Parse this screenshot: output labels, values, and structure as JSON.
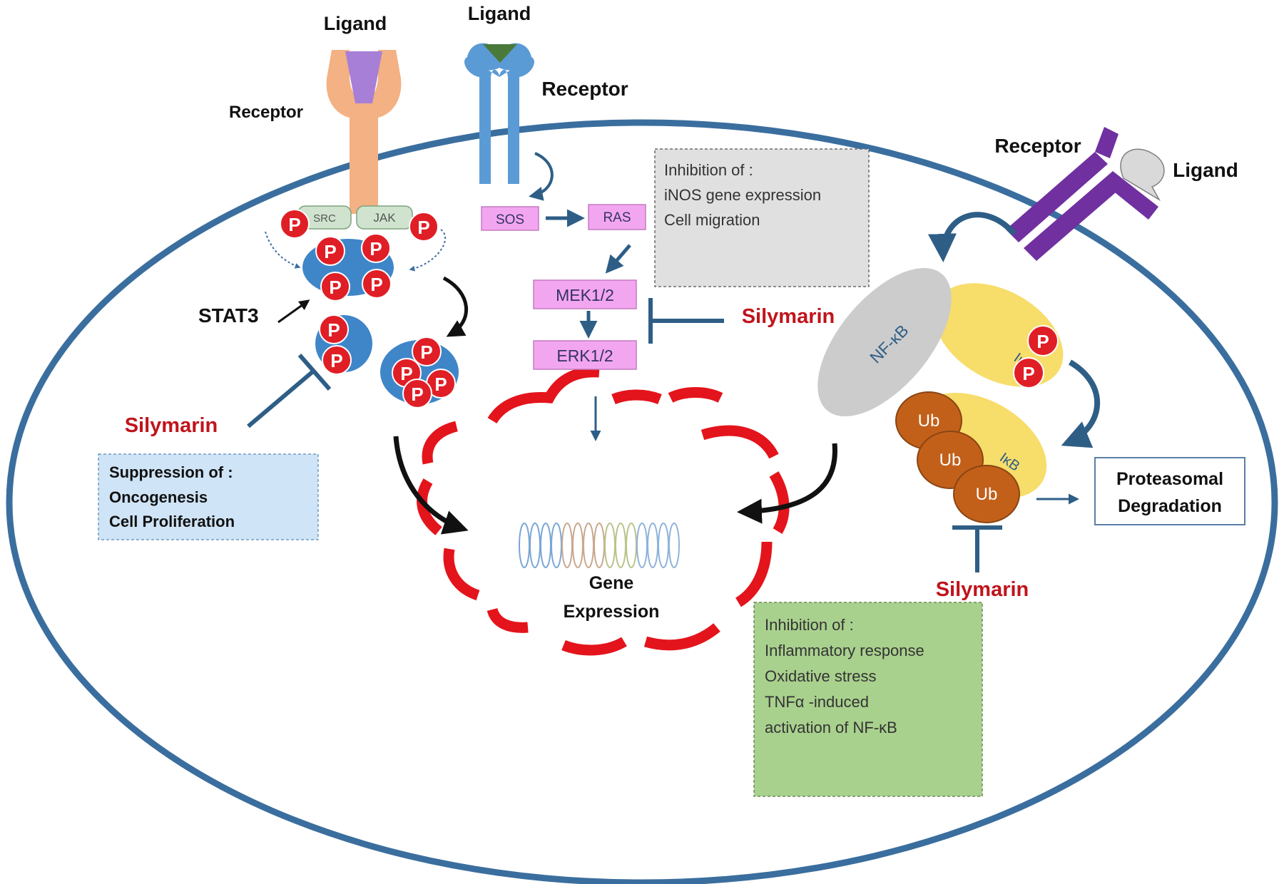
{
  "colors": {
    "cell_membrane": "#3a6e9e",
    "nucleus": "#e4141c",
    "silymarin": "#c0141c",
    "arrow": "#2e5e86",
    "phospho": "#e01e26",
    "stat3": "#3f86c9",
    "kinase_box": "#f3a6f0",
    "jak_src": "#cfe3cf",
    "ikb": "#f7dd6a",
    "nfkb": "#cccccc",
    "ub": "#c2601a",
    "receptor_left": "#f4b183",
    "receptor_middle": "#5b9bd5",
    "receptor_right": "#7030a0",
    "box_blue": "#cfe4f6",
    "box_grey": "#e0e0e0",
    "box_green": "#a9d18e"
  },
  "jak_stat": {
    "ligand": "Ligand",
    "receptor": "Receptor",
    "src": "SRC",
    "jak": "JAK",
    "stat3": "STAT3",
    "phospho": "P",
    "silymarin": "Silymarin",
    "box_lines": [
      "Suppression of :",
      "Oncogenesis",
      "Cell Proliferation"
    ]
  },
  "mapk": {
    "ligand": "Ligand",
    "receptor": "Receptor",
    "sos": "SOS",
    "ras": "RAS",
    "mek": "MEK1/2",
    "erk": "ERK1/2",
    "silymarin": "Silymarin",
    "box_lines": [
      "Inhibition of :",
      "iNOS gene expression",
      "Cell migration"
    ]
  },
  "nfkb_pathway": {
    "receptor": "Receptor",
    "ligand": "Ligand",
    "nfkb": "NF-κB",
    "ikb": "IκB",
    "ub": "Ub",
    "degradation_lines": [
      "Proteasomal",
      "Degradation"
    ],
    "silymarin": "Silymarin",
    "box_lines": [
      "Inhibition of :",
      "Inflammatory response",
      "Oxidative stress",
      "TNFα -induced",
      "activation of NF-κB"
    ]
  },
  "nucleus": {
    "label_lines": [
      "Gene",
      "Expression"
    ]
  }
}
